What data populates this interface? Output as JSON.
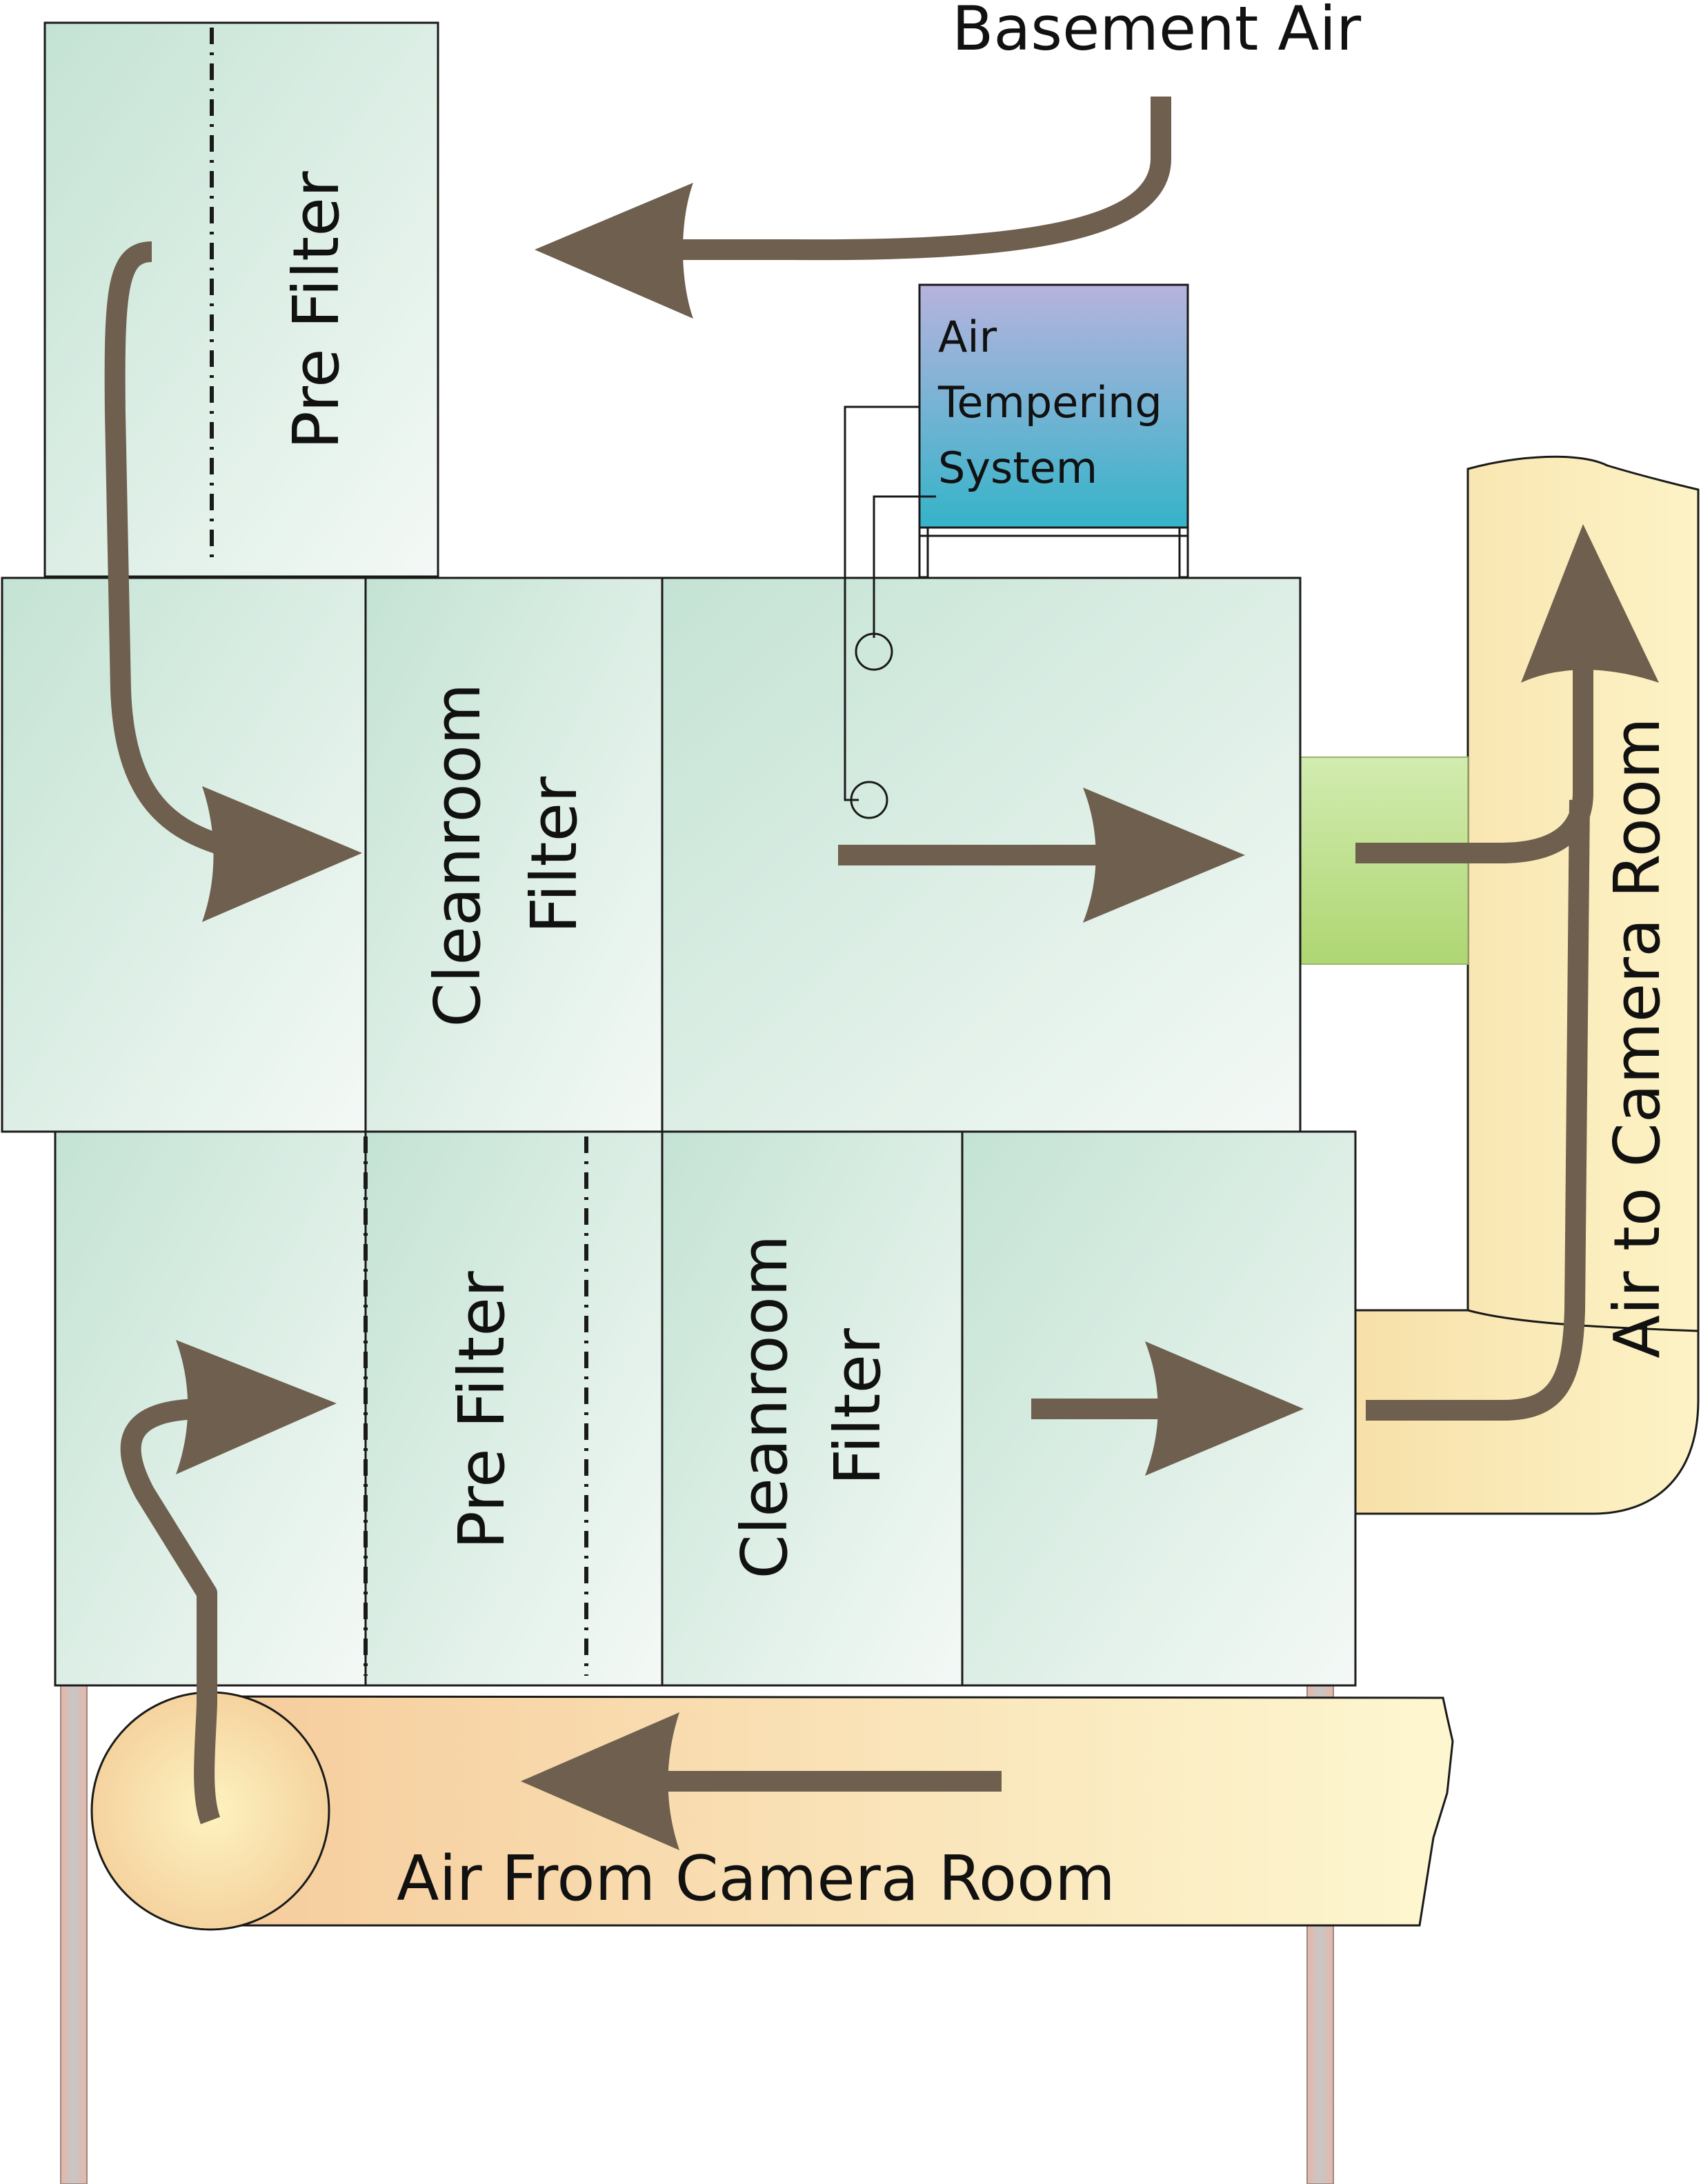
{
  "labels": {
    "basement_air": "Basement Air",
    "pre_filter_top": "Pre Filter",
    "air_tempering_line1": "Air",
    "air_tempering_line2": "Tempering",
    "air_tempering_line3": "System",
    "cleanroom_filter_upper_line1": "Cleanroom",
    "cleanroom_filter_upper_line2": "Filter",
    "pre_filter_lower": "Pre Filter",
    "cleanroom_filter_lower_line1": "Cleanroom",
    "cleanroom_filter_lower_line2": "Filter",
    "air_to_camera_room": "Air to Camera Room",
    "air_from_camera_room": "Air From Camera Room"
  },
  "colors": {
    "arrow": "#6e5f4e",
    "filter_box": "#c4e3d4",
    "filter_box_light": "#f4f9f6",
    "tempering_top": "#b7b3de",
    "tempering_bottom": "#35b3c9",
    "duct_connector": "#b9dd84",
    "duct": "#f9e6b4",
    "duct_light": "#fdf7d0",
    "duct_shadow": "#f6cc9c",
    "support_leg": "#d9a89a"
  }
}
